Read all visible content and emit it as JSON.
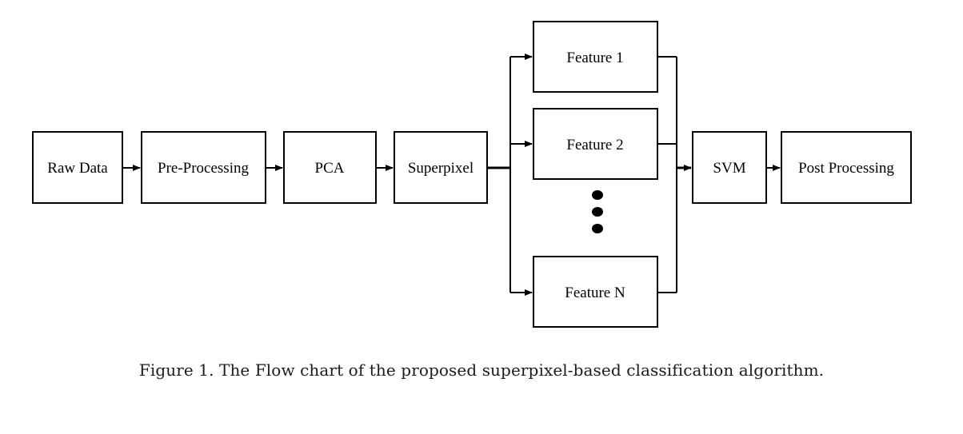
{
  "diagram": {
    "nodes": {
      "raw_data": "Raw Data",
      "pre_processing": "Pre-Processing",
      "pca": "PCA",
      "superpixel": "Superpixel",
      "feature_1": "Feature 1",
      "feature_2": "Feature 2",
      "feature_n": "Feature N",
      "svm": "SVM",
      "post_processing": "Post Processing"
    },
    "edges": [
      [
        "Raw Data",
        "Pre-Processing"
      ],
      [
        "Pre-Processing",
        "PCA"
      ],
      [
        "PCA",
        "Superpixel"
      ],
      [
        "Superpixel",
        "Feature 1"
      ],
      [
        "Superpixel",
        "Feature 2"
      ],
      [
        "Superpixel",
        "Feature N"
      ],
      [
        "Feature 1",
        "SVM"
      ],
      [
        "Feature 2",
        "SVM"
      ],
      [
        "Feature N",
        "SVM"
      ],
      [
        "SVM",
        "Post Processing"
      ]
    ]
  },
  "caption": "Figure 1. The Flow chart of the proposed superpixel-based classification algorithm."
}
